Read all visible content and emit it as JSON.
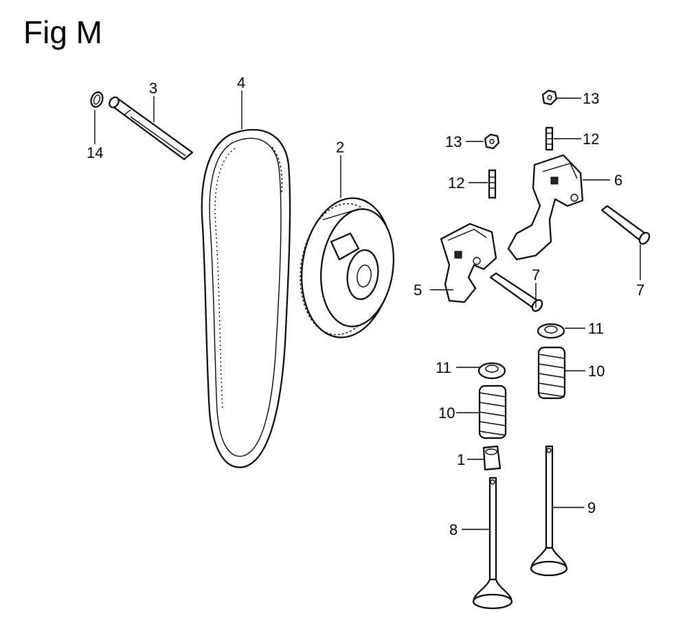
{
  "figure": {
    "title": "Fig M",
    "callouts": {
      "c14": "14",
      "c3": "3",
      "c4": "4",
      "c2": "2",
      "c13a": "13",
      "c13b": "13",
      "c12a": "12",
      "c12b": "12",
      "c6": "6",
      "c5": "5",
      "c7a": "7",
      "c7b": "7",
      "c11a": "11",
      "c11b": "11",
      "c10a": "10",
      "c10b": "10",
      "c1": "1",
      "c8": "8",
      "c9": "9"
    }
  }
}
